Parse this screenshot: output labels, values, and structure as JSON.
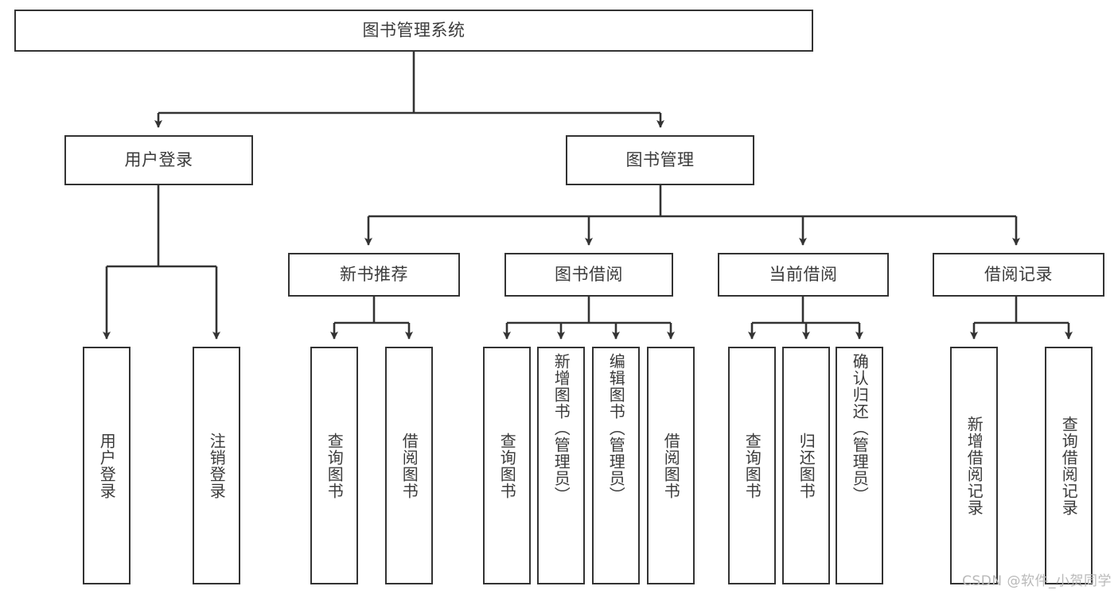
{
  "diagram": {
    "title_node": {
      "label": "图书管理系统"
    },
    "level2": [
      {
        "id": "user-login",
        "label": "用户登录"
      },
      {
        "id": "book-manage",
        "label": "图书管理"
      }
    ],
    "level3": [
      {
        "id": "new-book-recommend",
        "label": "新书推荐"
      },
      {
        "id": "book-borrow",
        "label": "图书借阅"
      },
      {
        "id": "current-borrow",
        "label": "当前借阅"
      },
      {
        "id": "borrow-record",
        "label": "借阅记录"
      }
    ],
    "leaves": {
      "user_login": [
        {
          "id": "leaf-user-login",
          "label": "用户登录"
        },
        {
          "id": "leaf-logout-login",
          "label": "注销登录"
        }
      ],
      "new_book_recommend": [
        {
          "id": "leaf-query-book-1",
          "label": "查询图书"
        },
        {
          "id": "leaf-borrow-book-1",
          "label": "借阅图书"
        }
      ],
      "book_borrow": [
        {
          "id": "leaf-query-book-2",
          "label": "查询图书"
        },
        {
          "id": "leaf-add-book",
          "label": "新增图书（管理员）"
        },
        {
          "id": "leaf-edit-book",
          "label": "编辑图书（管理员）"
        },
        {
          "id": "leaf-borrow-book-2",
          "label": "借阅图书"
        }
      ],
      "current_borrow": [
        {
          "id": "leaf-query-book-3",
          "label": "查询图书"
        },
        {
          "id": "leaf-return-book",
          "label": "归还图书"
        },
        {
          "id": "leaf-confirm-return",
          "label": "确认归还（管理员）"
        }
      ],
      "borrow_record": [
        {
          "id": "leaf-add-borrow-record",
          "label": "新增借阅记录"
        },
        {
          "id": "leaf-query-borrow-record",
          "label": "查询借阅记录"
        }
      ]
    }
  },
  "watermark": {
    "text": "CSDN @软件_小贺同学"
  },
  "colors": {
    "box_border": "#333333",
    "connector": "#333333",
    "text": "#3b3b3b",
    "background": "#ffffff",
    "watermark": "#b9b9b9"
  }
}
